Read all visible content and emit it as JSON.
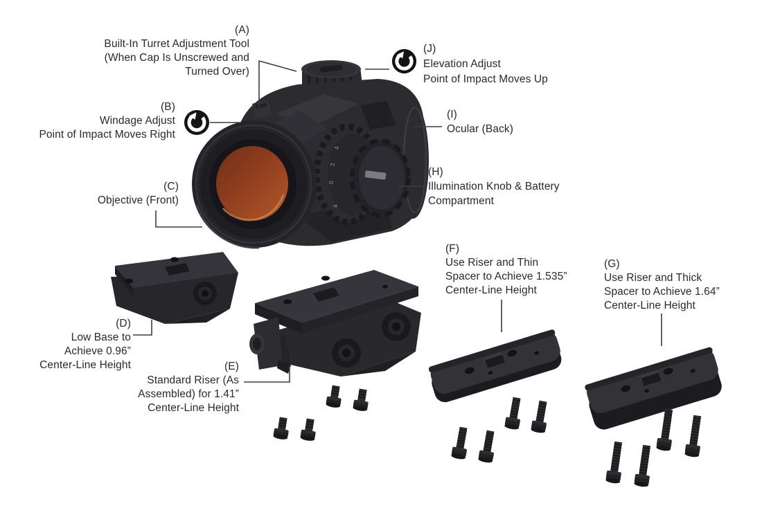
{
  "figure": {
    "colors": {
      "background": "#ffffff",
      "text": "#2b2829",
      "leader_line": "#3c3c3c",
      "icon_black": "#141414",
      "optic_body": "#2c2c30",
      "lens_dark": "#6f2f18",
      "lens_mid": "#93401f",
      "lens_mid2": "#a85026",
      "lens_light": "#c06f3b",
      "part_dark": "#1c1c20",
      "part_light": "#323237"
    },
    "dial_markings": [
      "4",
      "2",
      "0",
      "4"
    ],
    "callouts": [
      {
        "id": "A",
        "lines": [
          "(A)",
          "Built-In Turret Adjustment Tool",
          "(When Cap Is Unscrewed and",
          "Turned Over)"
        ]
      },
      {
        "id": "B",
        "icon": "rotation-arrow",
        "lines": [
          "(B)",
          "Windage Adjust",
          "Point of Impact Moves Right"
        ]
      },
      {
        "id": "C",
        "lines": [
          "(C)",
          "Objective (Front)"
        ]
      },
      {
        "id": "D",
        "lines": [
          "(D)",
          "Low Base to",
          "Achieve 0.96”",
          "Center-Line Height"
        ]
      },
      {
        "id": "E",
        "lines": [
          "(E)",
          "Standard Riser (As",
          "Assembled) for 1.41”",
          "Center-Line Height"
        ]
      },
      {
        "id": "F",
        "lines": [
          "(F)",
          "Use Riser and Thin",
          "Spacer to Achieve 1.535”",
          "Center-Line Height"
        ]
      },
      {
        "id": "G",
        "lines": [
          "(G)",
          "Use Riser and Thick",
          "Spacer to Achieve 1.64”",
          "Center-Line Height"
        ]
      },
      {
        "id": "H",
        "lines": [
          "(H)",
          "Illumination Knob & Battery",
          "Compartment"
        ]
      },
      {
        "id": "I",
        "lines": [
          "(I)",
          "Ocular (Back)"
        ]
      },
      {
        "id": "J",
        "icon": "rotation-arrow",
        "lines": [
          "(J)",
          "Elevation Adjust",
          "Point of Impact Moves Up"
        ]
      }
    ]
  }
}
